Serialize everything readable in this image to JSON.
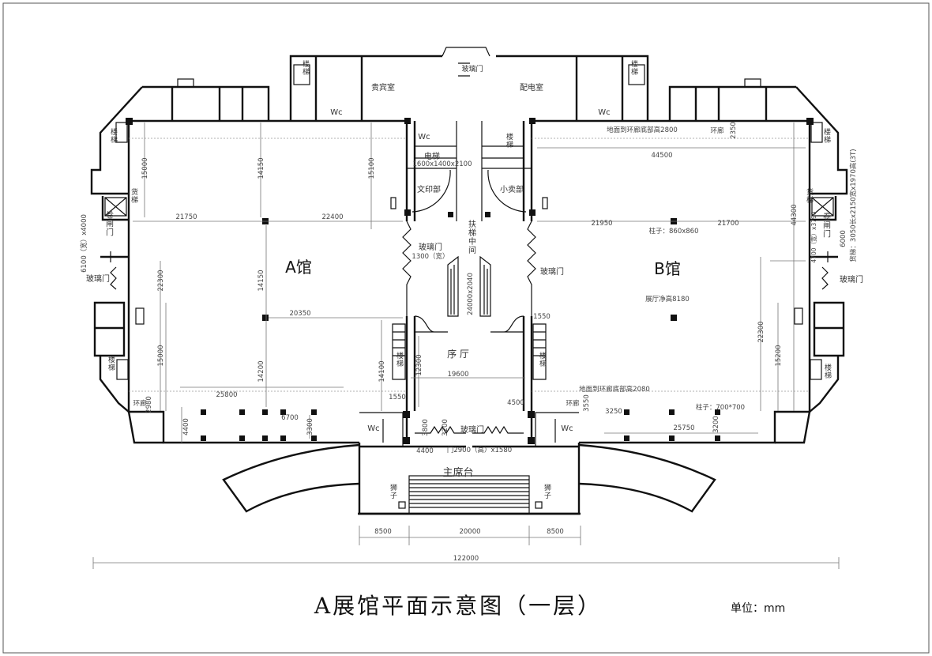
{
  "title": "A展馆平面示意图（一层）",
  "unit": "单位：mm",
  "halls": {
    "a": "A馆",
    "b": "B馆"
  },
  "rooms": {
    "vip": "贵宾室",
    "power": "配电室",
    "glass_door_top": "玻璃门",
    "wc_1": "Wc",
    "wc_2": "Wc",
    "wc_3": "Wc",
    "wc_4": "Wc",
    "wc_5": "Wc",
    "elevator": "电梯",
    "elevator_size": "1600x1400x2100",
    "print_shop": "文印部",
    "kiosk": "小卖部",
    "stairs": "楼梯",
    "freight_elevator": "货梯",
    "rolling_door": "卷闸门",
    "glass_door": "玻璃门",
    "glass_door_width": "1300（宽）",
    "escalator_mid": "扶梯中间",
    "escalator_size": "24000x2040",
    "lobby": "序  厅",
    "podium": "主席台",
    "lion": "狮子",
    "corridor": "环廊",
    "door_size": "门2900（高）x1580"
  },
  "notes": {
    "corridor_height_top": "地面到环廊底部高2800",
    "corridor_height_bottom": "地面到环廊底部高2080",
    "hall_height": "展厅净高8180",
    "column_big": "柱子：860x860",
    "column_small": "柱子：700*700",
    "rolling_door_left": "6100（宽）x4000",
    "rolling_door_right": "4700（宽）x3790",
    "freight_spec": "货梯：3050长x2150宽x1970高(3T)"
  },
  "dims": {
    "d15000a": "15000",
    "d14150a": "14150",
    "d15100": "15100",
    "d21750": "21750",
    "d22400": "22400",
    "d44500": "44500",
    "d2350": "2350",
    "d21950": "21950",
    "d21700": "21700",
    "d44300": "44300",
    "d6000": "6000",
    "d22300a": "22300",
    "d15000b": "15000",
    "d14150b": "14150",
    "d20350": "20350",
    "d14200": "14200",
    "d14100": "14100",
    "d12300": "12300",
    "d19600": "19600",
    "d1550a": "1550",
    "d1550b": "1550",
    "d25800": "25800",
    "d2980": "2980",
    "d6700": "6700",
    "d4400a": "4400",
    "d3300": "3300",
    "d3800": "3800",
    "d3200a": "3200",
    "d4400b": "4400",
    "d4500": "4500",
    "d3550": "3550",
    "d3250": "3250",
    "d25750": "25750",
    "d3200b": "3200",
    "d22300b": "22300",
    "d15200": "15200",
    "d8500a": "8500",
    "d20000": "20000",
    "d8500b": "8500",
    "d122000": "122000"
  }
}
